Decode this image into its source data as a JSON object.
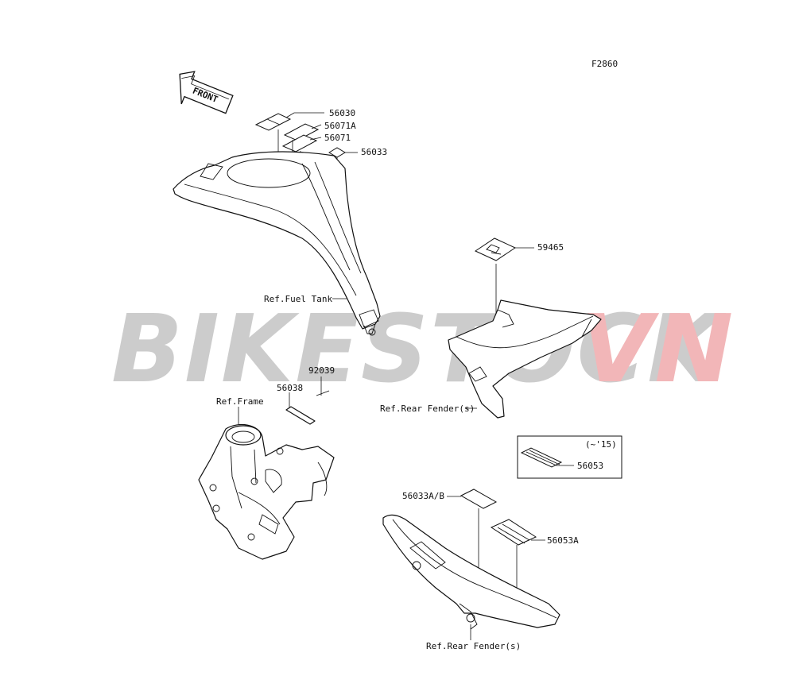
{
  "figure_code": "F2860",
  "front_arrow": "FRONT",
  "watermark": {
    "text_gray": "BIKESTOCK",
    "text_red": "VN",
    "color_gray": "#cccccc",
    "color_red": "#f2b6b8"
  },
  "labels": {
    "p56030": "56030",
    "p56071a": "56071A",
    "p56071": "56071",
    "p56033": "56033",
    "ref_fuel_tank": "Ref.Fuel Tank",
    "p59465": "59465",
    "ref_rear_fender_1": "Ref.Rear Fender(s)",
    "p92039": "92039",
    "p56038": "56038",
    "ref_frame": "Ref.Frame",
    "model_note": "(~'15)",
    "p56053": "56053",
    "p56033ab": "56033A/B",
    "p56053a": "56053A",
    "ref_rear_fender_2": "Ref.Rear Fender(s)"
  }
}
